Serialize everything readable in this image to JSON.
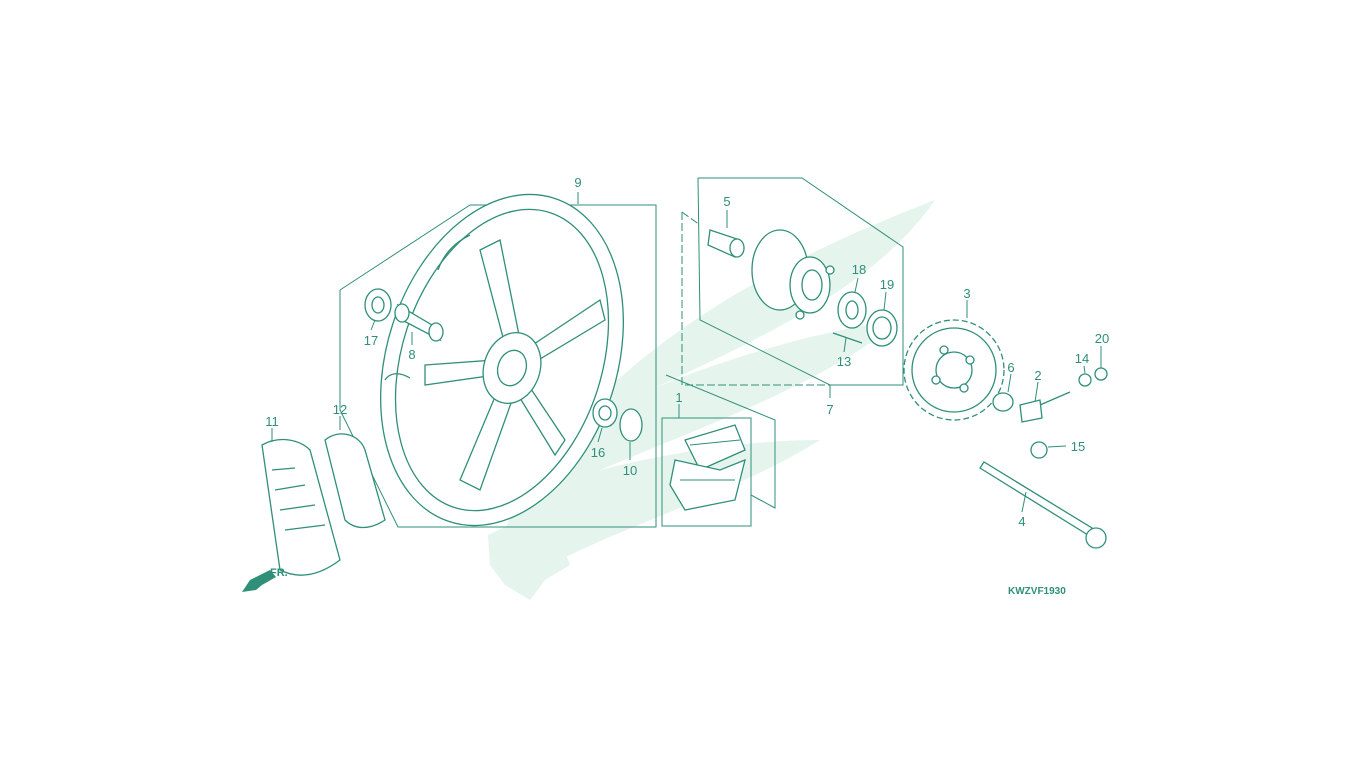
{
  "diagram": {
    "callouts": [
      {
        "id": "c1",
        "text": "1"
      },
      {
        "id": "c2",
        "text": "2"
      },
      {
        "id": "c3",
        "text": "3"
      },
      {
        "id": "c4",
        "text": "4"
      },
      {
        "id": "c5",
        "text": "5"
      },
      {
        "id": "c6",
        "text": "6"
      },
      {
        "id": "c7",
        "text": "7"
      },
      {
        "id": "c8",
        "text": "8"
      },
      {
        "id": "c9",
        "text": "9"
      },
      {
        "id": "c10",
        "text": "10"
      },
      {
        "id": "c11",
        "text": "11"
      },
      {
        "id": "c12",
        "text": "12"
      },
      {
        "id": "c13",
        "text": "13"
      },
      {
        "id": "c14",
        "text": "14"
      },
      {
        "id": "c15",
        "text": "15"
      },
      {
        "id": "c16",
        "text": "16"
      },
      {
        "id": "c17",
        "text": "17"
      },
      {
        "id": "c18",
        "text": "18"
      },
      {
        "id": "c19",
        "text": "19"
      },
      {
        "id": "c20",
        "text": "20"
      }
    ],
    "code": "KWZVF1930",
    "front_marker": "FR.",
    "colors": {
      "line": "#2f8f78",
      "watermark": "#e6f4ee",
      "background": "#ffffff"
    },
    "icons": {
      "front": "arrow-left-down-icon"
    }
  }
}
